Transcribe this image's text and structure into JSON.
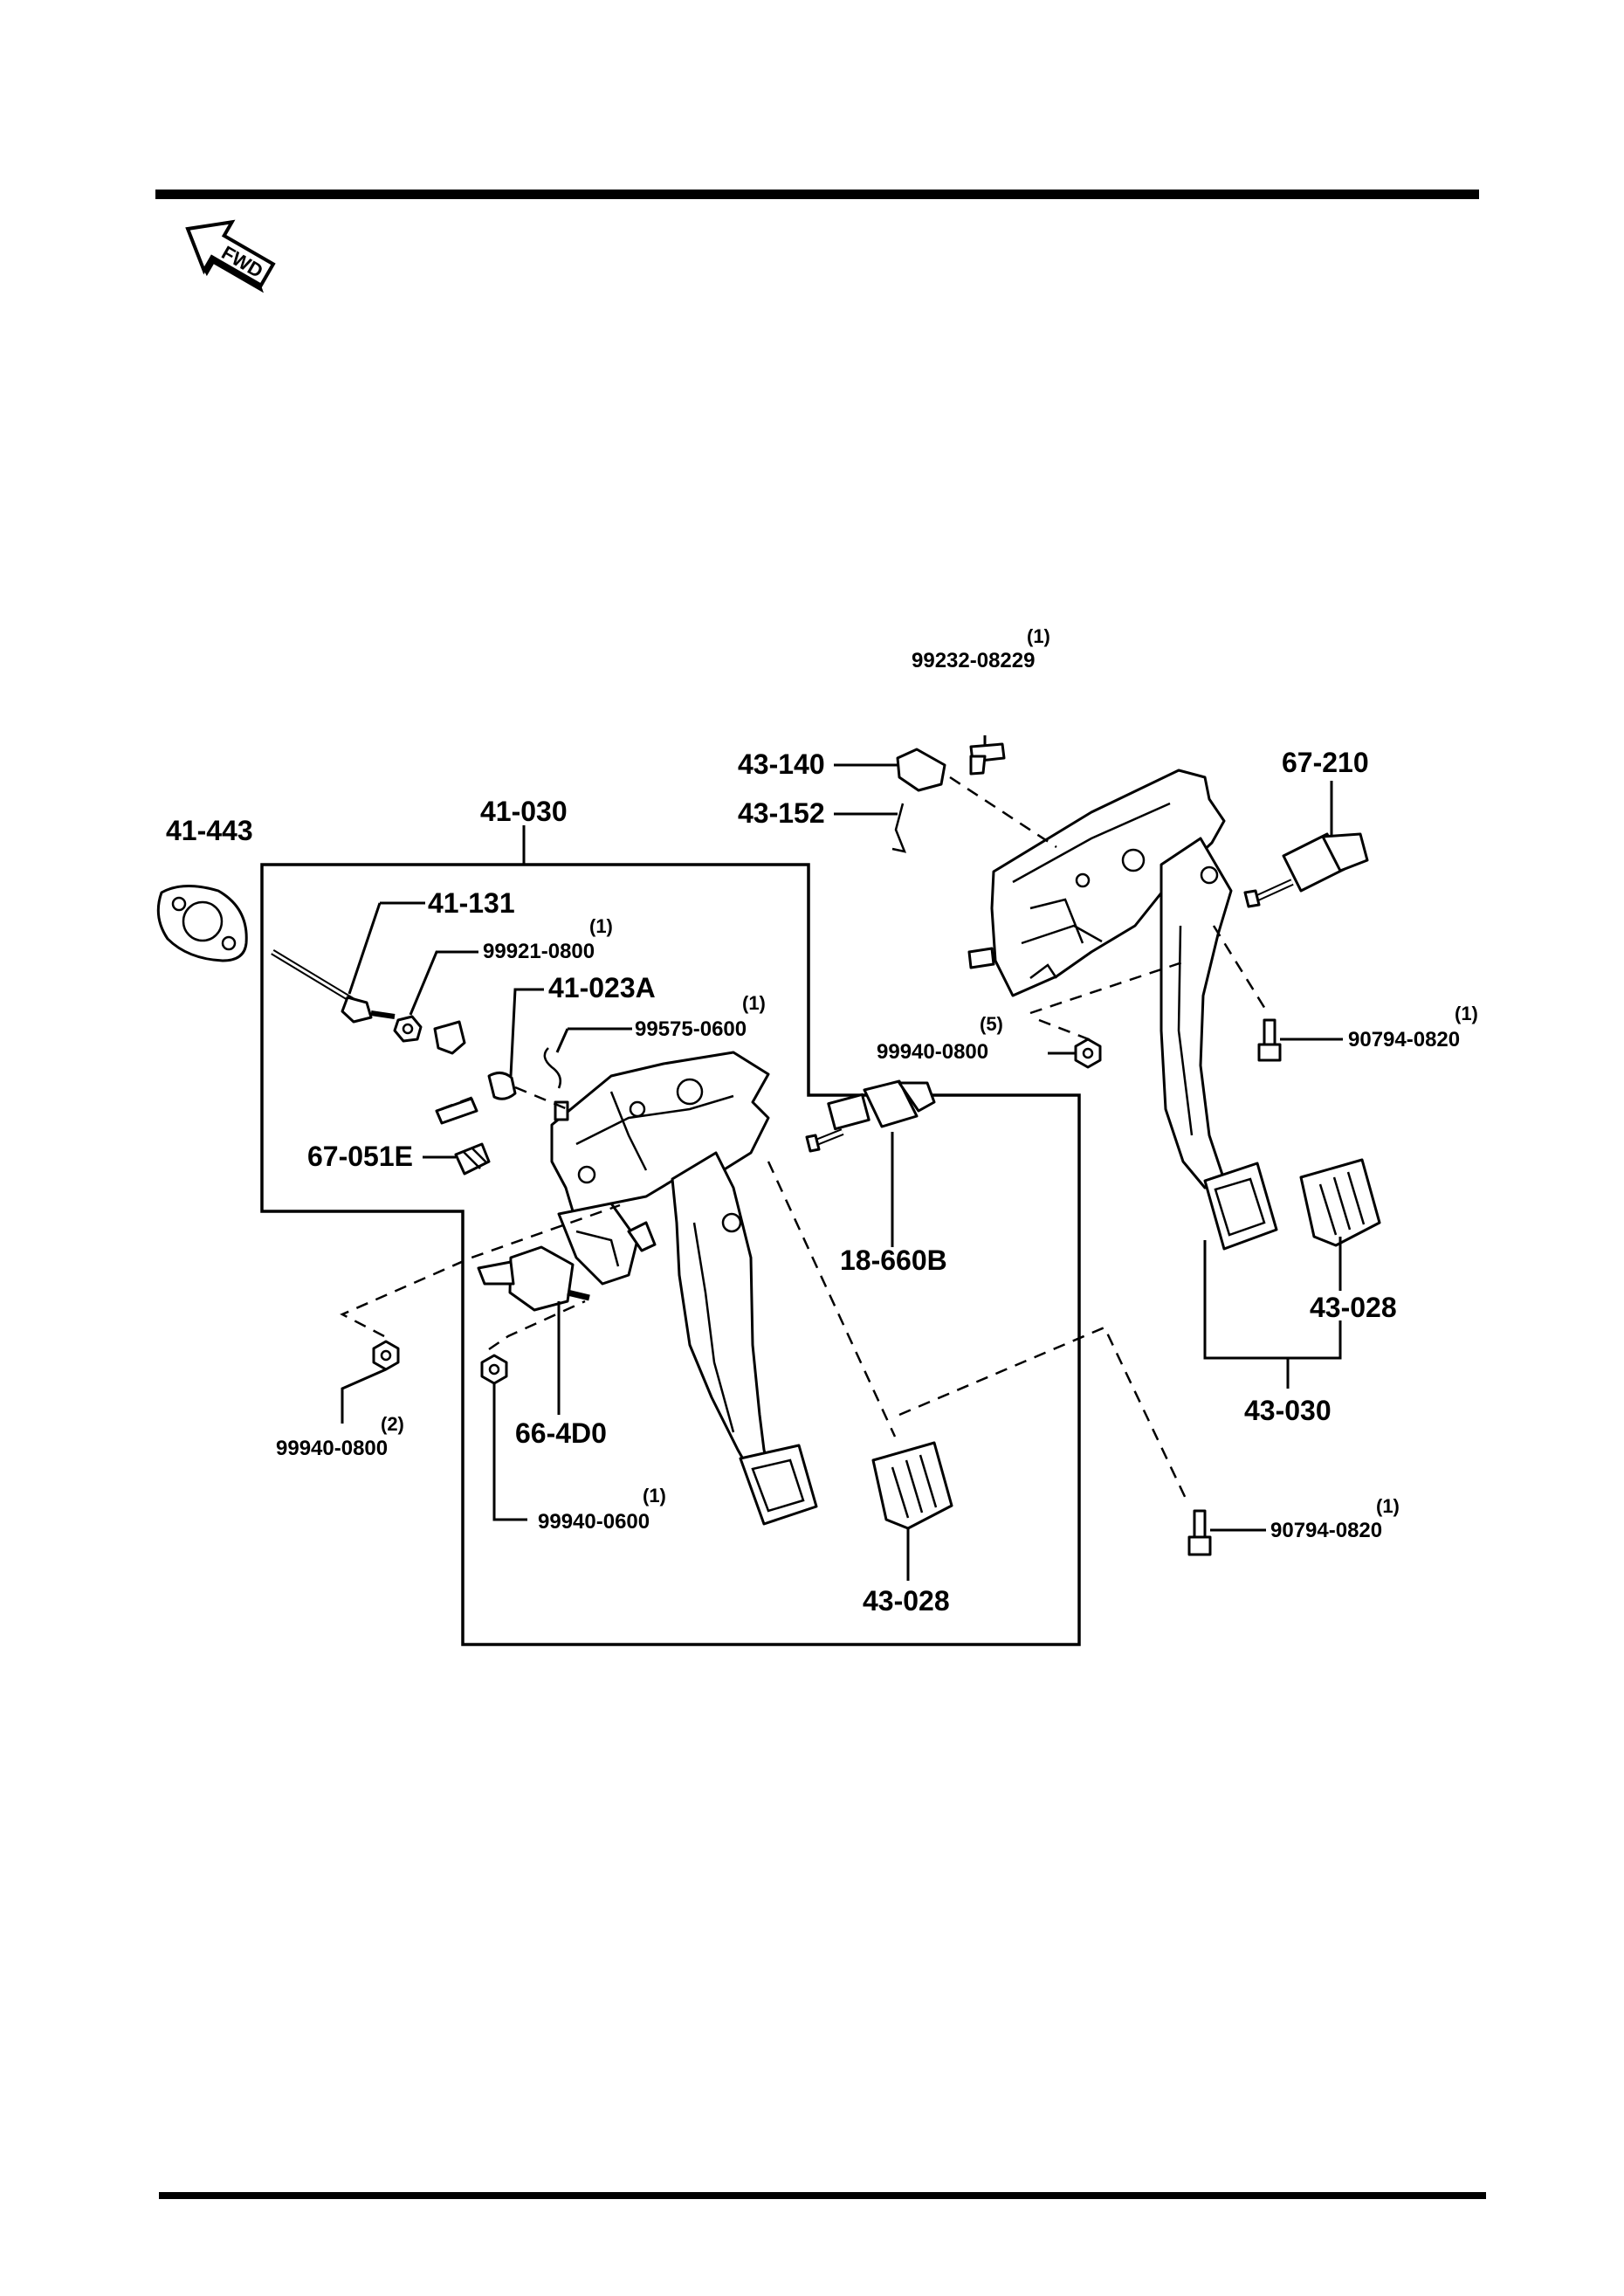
{
  "fwd_label": "FWD",
  "labels": {
    "p41_443": "41-443",
    "p41_030": "41-030",
    "p41_131": "41-131",
    "p99921_qty": "(1)",
    "p99921": "99921-0800",
    "p41_023A": "41-023A",
    "p99575_qty": "(1)",
    "p99575": "99575-0600",
    "p67_051E": "67-051E",
    "p18_660B": "18-660B",
    "p66_4D0": "66-4D0",
    "p99940_0800a_qty": "(2)",
    "p99940_0800a": "99940-0800",
    "p99940_0600_qty": "(1)",
    "p99940_0600": "99940-0600",
    "p43_028a": "43-028",
    "p99232_qty": "(1)",
    "p99232": "99232-08229",
    "p43_140": "43-140",
    "p43_152": "43-152",
    "p67_210": "67-210",
    "p99940_0800b_qty": "(5)",
    "p99940_0800b": "99940-0800",
    "p90794a_qty": "(1)",
    "p90794a": "90794-0820",
    "p43_028b": "43-028",
    "p43_030": "43-030",
    "p90794b_qty": "(1)",
    "p90794b": "90794-0820"
  }
}
